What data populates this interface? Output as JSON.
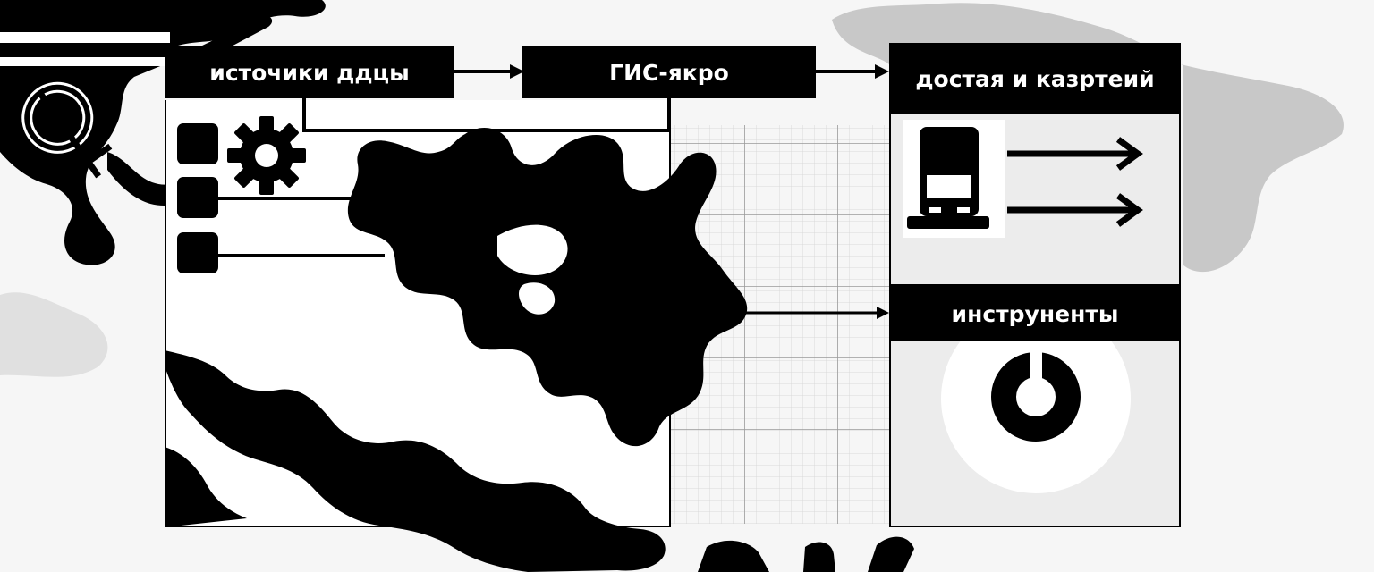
{
  "diagram": {
    "nodes": {
      "sources": {
        "label": "источики ддцы"
      },
      "gis_core": {
        "label": "ГИС-якро"
      },
      "delivery": {
        "label": "достая и казртеий"
      },
      "tools": {
        "label": "инструненты"
      }
    },
    "edges": [
      {
        "from": "sources",
        "to": "gis_core"
      },
      {
        "from": "gis_core",
        "to": "delivery"
      },
      {
        "from": "map",
        "to": "tools"
      }
    ]
  },
  "icons": [
    "data-block-icon",
    "gear-icon",
    "map-pin-icon",
    "map-silhouette",
    "terminal-icon",
    "arrow-right-icon",
    "donut-chart-icon"
  ],
  "colors": {
    "ink": "#000000",
    "background": "#f6f6f6",
    "panel": "#ececec",
    "ghost_map": "#c8c8c8",
    "grid": "#cfcfcf"
  }
}
